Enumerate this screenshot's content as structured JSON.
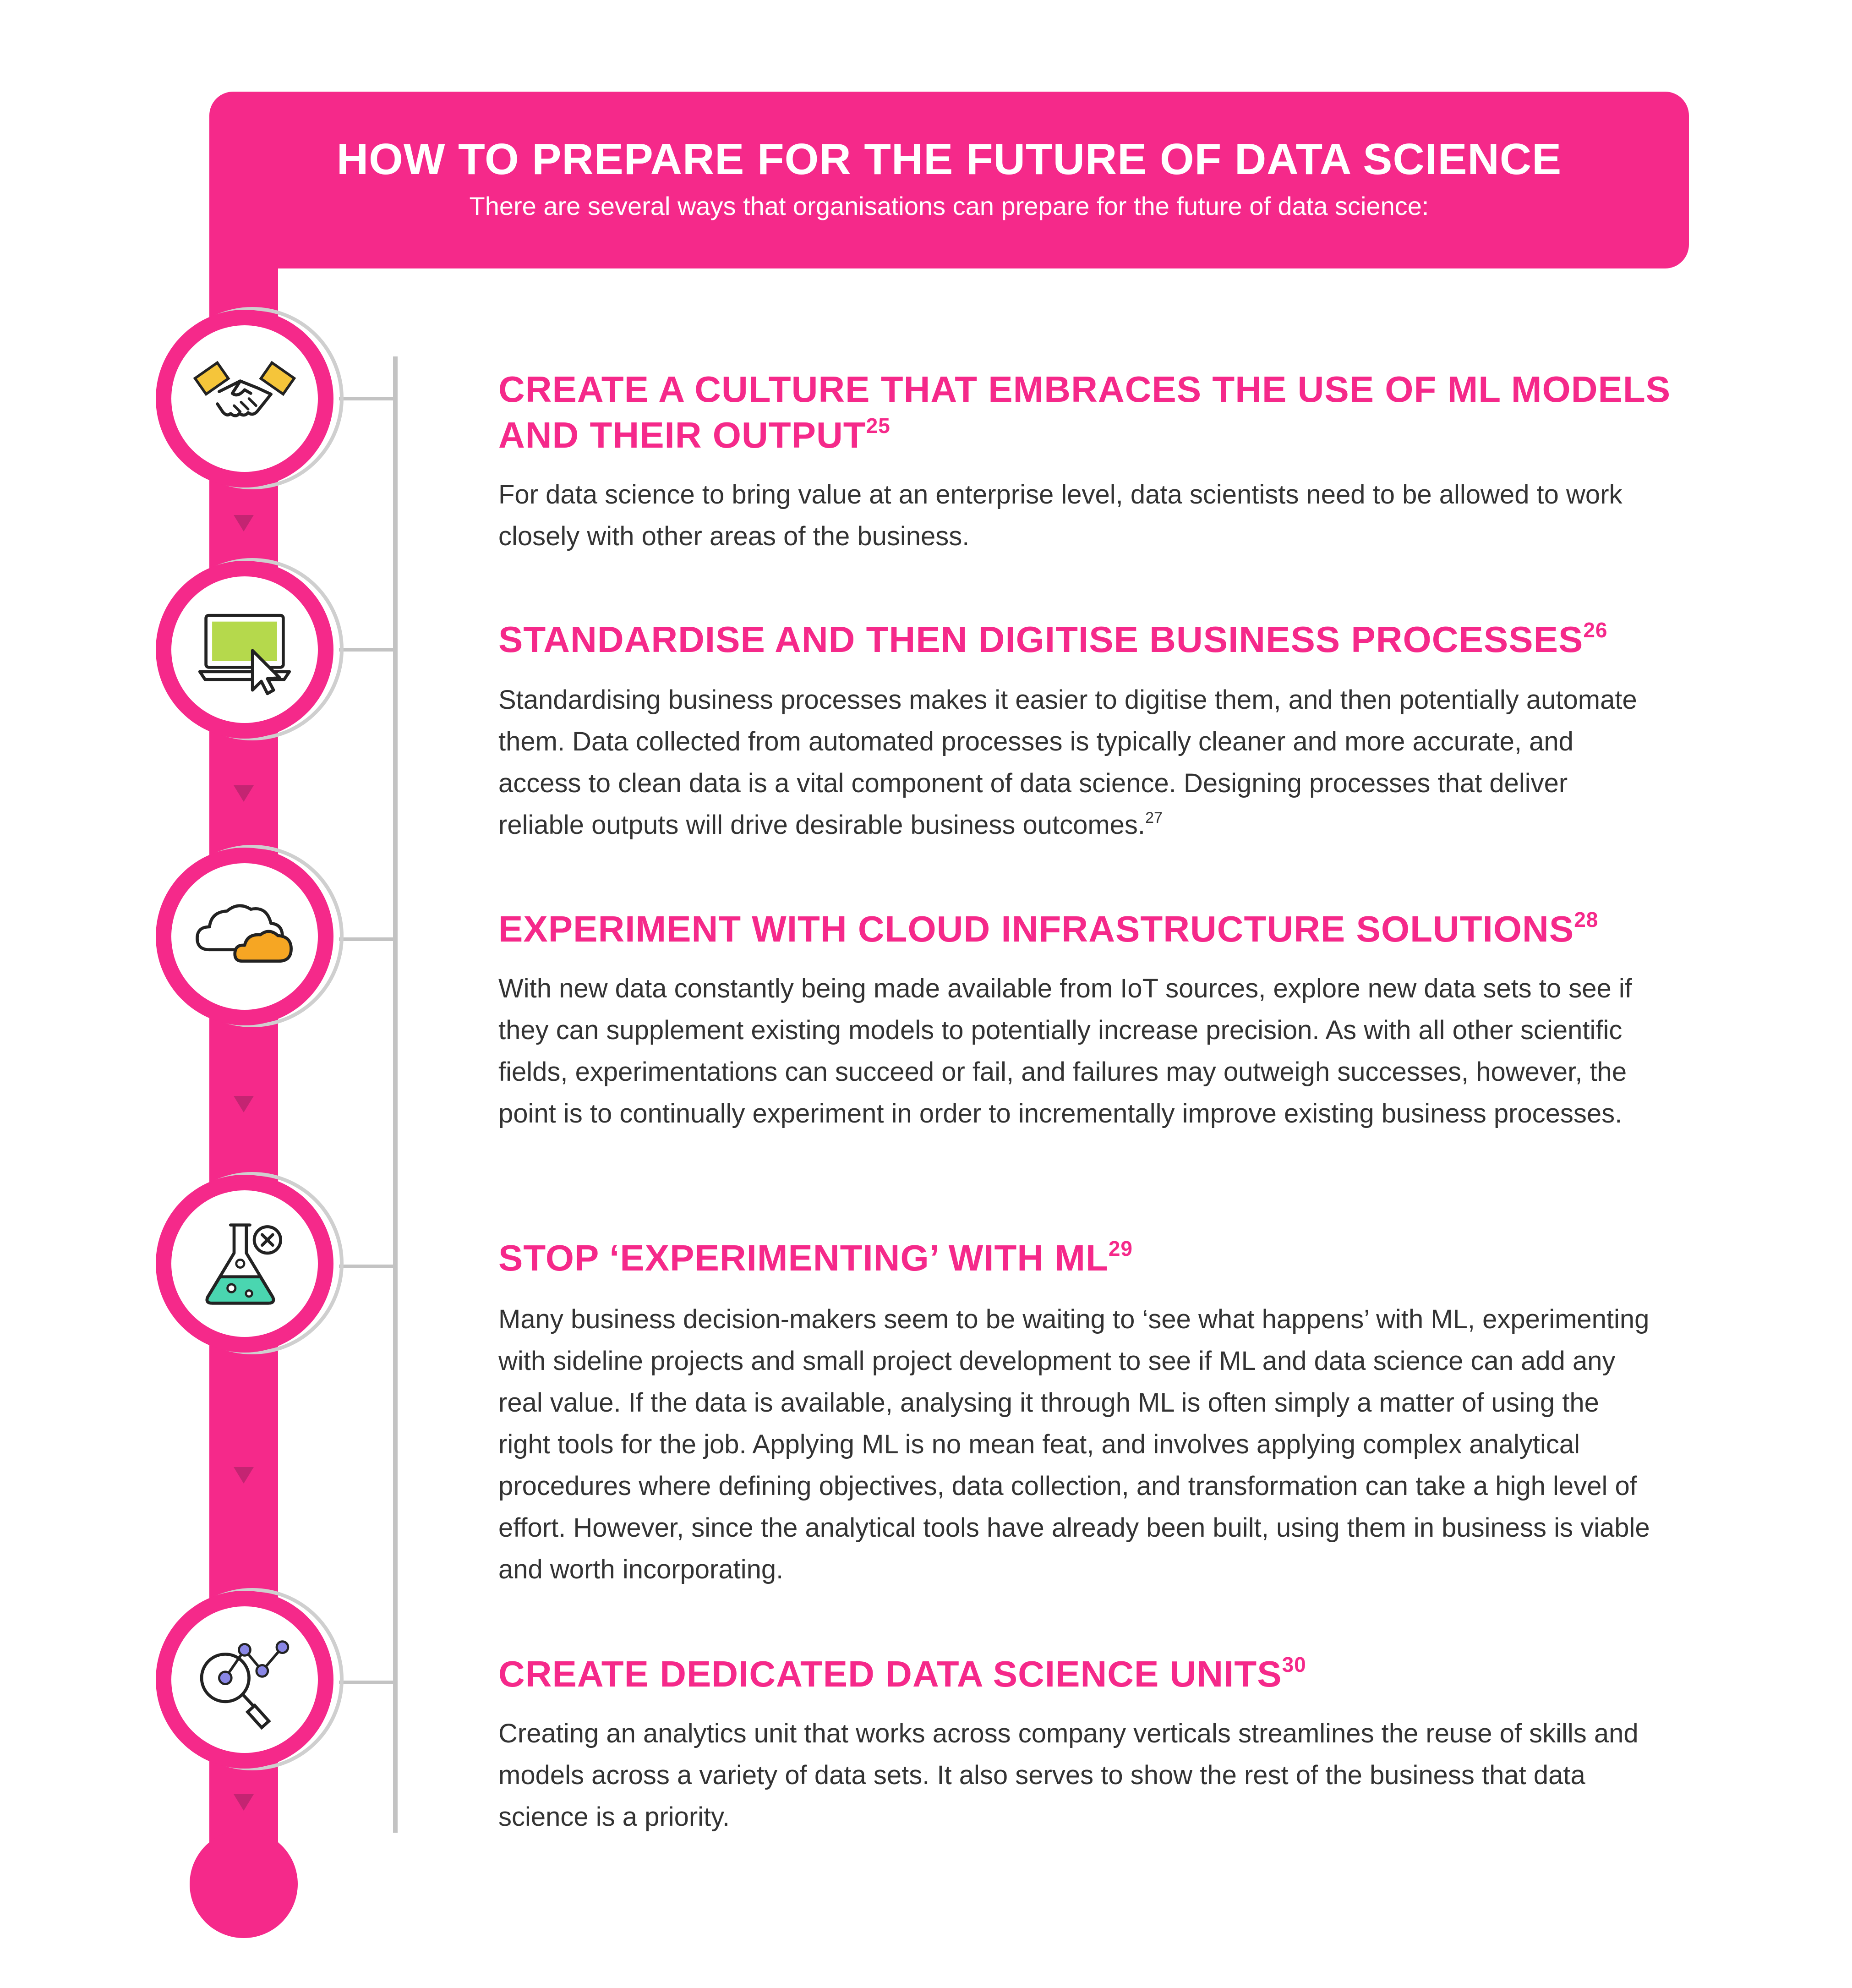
{
  "header": {
    "title": "HOW TO PREPARE FOR THE FUTURE OF DATA SCIENCE",
    "subtitle": "There are several ways that organisations can prepare for the future of data science:"
  },
  "colors": {
    "accent": "#f5298a",
    "connector": "#c3c3c3",
    "text": "#333333"
  },
  "sections": [
    {
      "icon": "handshake-icon",
      "title": "CREATE A CULTURE THAT EMBRACES THE USE OF ML MODELS AND THEIR OUTPUT",
      "ref": "25",
      "body": "For data science to bring value at an enterprise level, data scientists need to be allowed to work closely with other areas of the business.",
      "body_note": ""
    },
    {
      "icon": "laptop-cursor-icon",
      "title": "STANDARDISE AND THEN DIGITISE BUSINESS PROCESSES",
      "ref": "26",
      "body": "Standardising business processes makes it easier to digitise them, and then potentially automate them. Data collected from automated processes is typically cleaner and more accurate, and access to clean data is a vital component of data science. Designing processes that deliver reliable outputs will drive desirable business outcomes.",
      "body_note": "27"
    },
    {
      "icon": "cloud-icon",
      "title": "EXPERIMENT WITH CLOUD INFRASTRUCTURE SOLUTIONS",
      "ref": "28",
      "body": "With new data constantly being made available from IoT sources, explore new data sets to see if they can supplement existing models to potentially increase precision. As with all other scientific fields, experimentations can succeed or fail, and failures may outweigh successes, however, the point is to continually experiment in order to incrementally improve existing business processes.",
      "body_note": ""
    },
    {
      "icon": "flask-icon",
      "title": "STOP ‘EXPERIMENTING’ WITH ML",
      "ref": "29",
      "body": "Many business decision-makers seem to be waiting to ‘see what happens’ with ML, experimenting with sideline projects and small project development to see if ML and data science can add any real value. If the data is available, analysing it through ML is often simply a matter of using the right tools for the job. Applying ML is no mean feat, and involves applying complex analytical procedures where defining objectives, data collection, and transformation can take a high level of effort. However, since the analytical tools have already been built, using them in business is viable and worth incorporating.",
      "body_note": ""
    },
    {
      "icon": "magnifier-chart-icon",
      "title": "CREATE DEDICATED DATA SCIENCE UNITS",
      "ref": "30",
      "body": "Creating an analytics unit that works across company verticals streamlines the reuse of skills and  models across a variety of data sets. It also serves to show the rest of the business that data science is a priority.",
      "body_note": ""
    }
  ]
}
